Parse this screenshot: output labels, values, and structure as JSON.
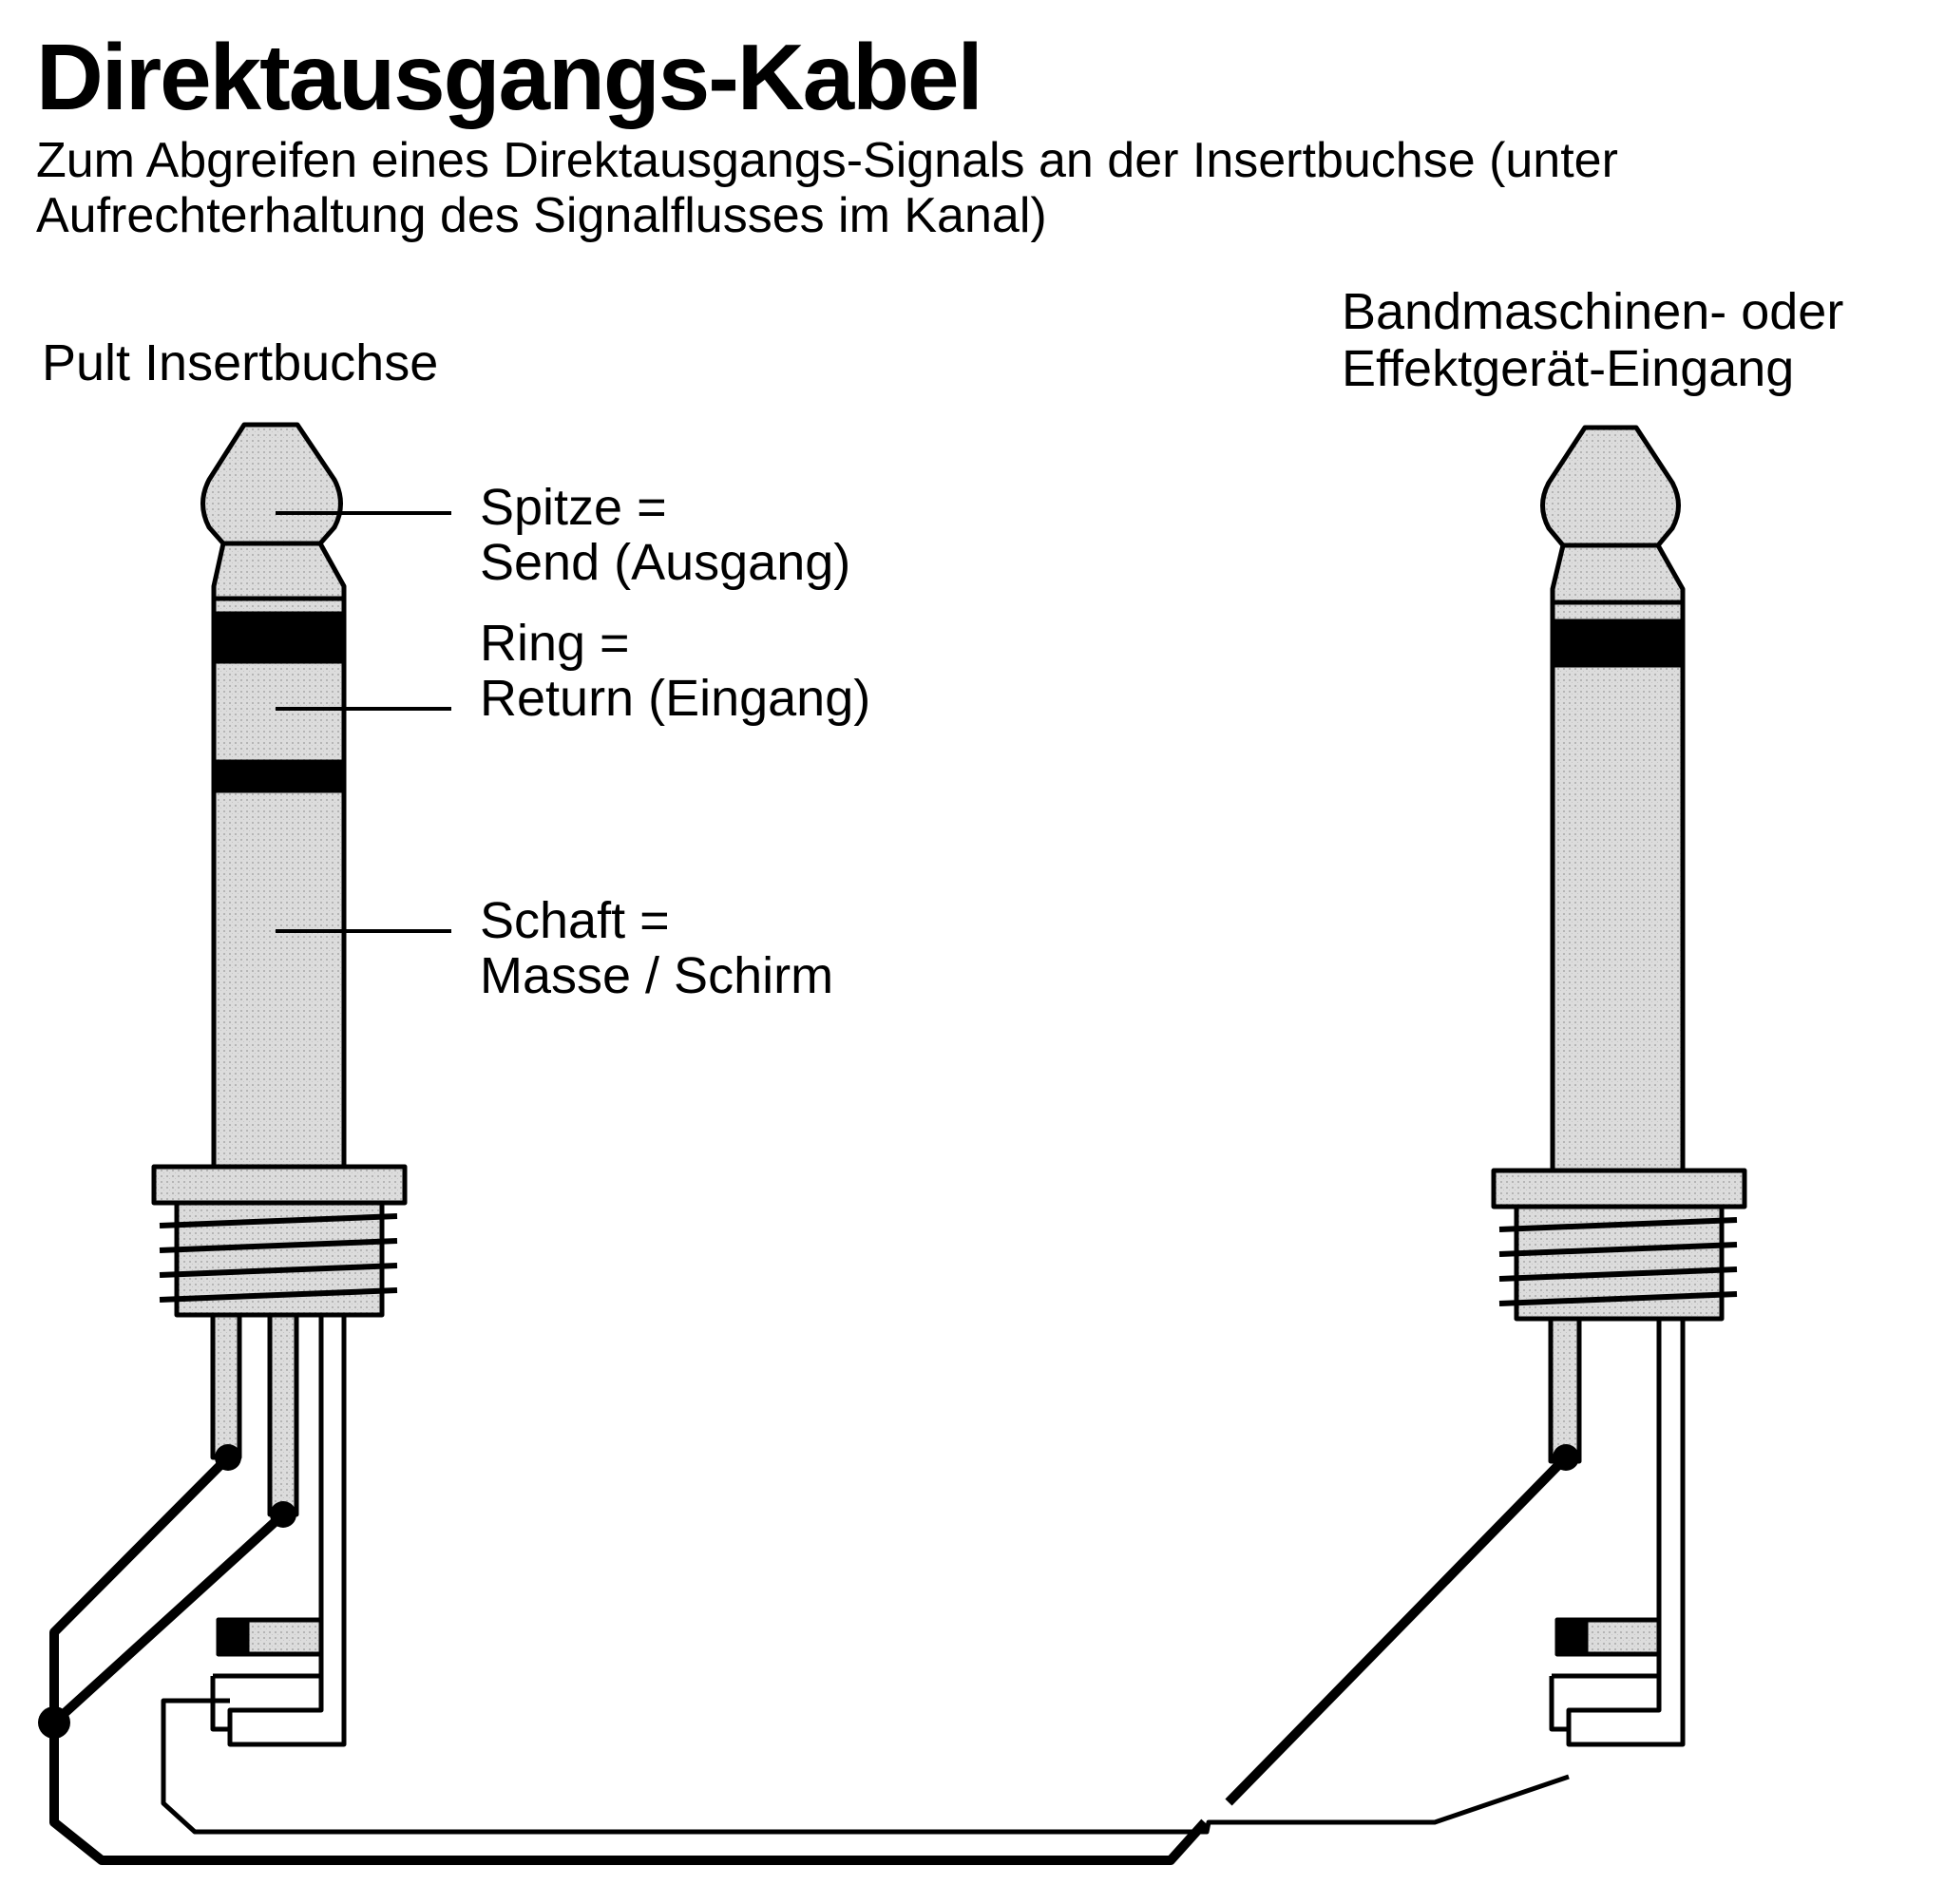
{
  "title": "Direktausgangs-Kabel",
  "subtitle": "Zum Abgreifen eines Direktausgangs-Signals an der Insertbuchse (unter Aufrechterhaltung des Signalflusses im Kanal)",
  "left_plug": {
    "heading": "Pult Insertbuchse",
    "labels": {
      "tip_line1": "Spitze =",
      "tip_line2": "Send (Ausgang)",
      "ring_line1": "Ring =",
      "ring_line2": "Return (Eingang)",
      "sleeve_line1": "Schaft =",
      "sleeve_line2": "Masse / Schirm"
    }
  },
  "right_plug": {
    "heading_line1": "Bandmaschinen- oder",
    "heading_line2": "Effektgerät-Eingang"
  },
  "colors": {
    "metal": "#d9d9d9",
    "ink": "#000000",
    "background": "#ffffff"
  }
}
